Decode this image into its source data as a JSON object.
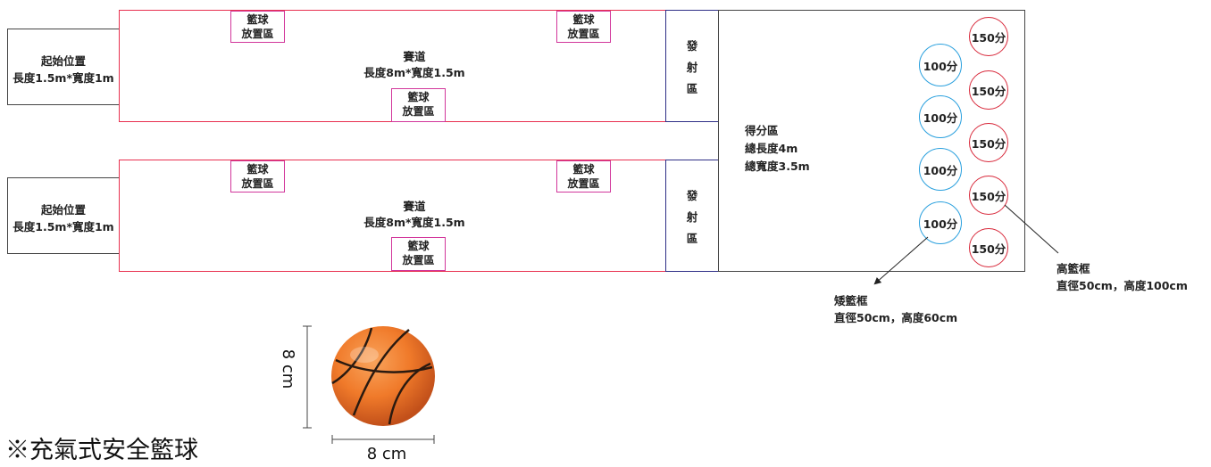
{
  "start_position": {
    "line1": "起始位置",
    "line2": "長度1.5m*寬度1m"
  },
  "track": {
    "name": "賽道",
    "size": "長度8m*寬度1.5m"
  },
  "ball_zone": {
    "line1": "籃球",
    "line2": "放置區"
  },
  "launch_zone": [
    "發",
    "射",
    "區"
  ],
  "score_area": {
    "line1": "得分區",
    "line2": "總長度4m",
    "line3": "總寬度3.5m"
  },
  "hoops": {
    "low_points": "100分",
    "high_points": "150分",
    "low_color": "#2aa0de",
    "high_color": "#d8283a"
  },
  "low_hoop_note": {
    "title": "矮籃框",
    "spec": "直徑50cm，高度60cm"
  },
  "high_hoop_note": {
    "title": "高籃框",
    "spec": "直徑50cm，高度100cm"
  },
  "ball": {
    "caption": "※充氣式安全籃球",
    "height_label": "8 cm",
    "width_label": "8 cm"
  },
  "colors": {
    "track_border": "#e8304f",
    "ball_zone_border": "#d2369b",
    "launch_border": "#2e2e86",
    "ball_orange": "#f07a2a"
  }
}
